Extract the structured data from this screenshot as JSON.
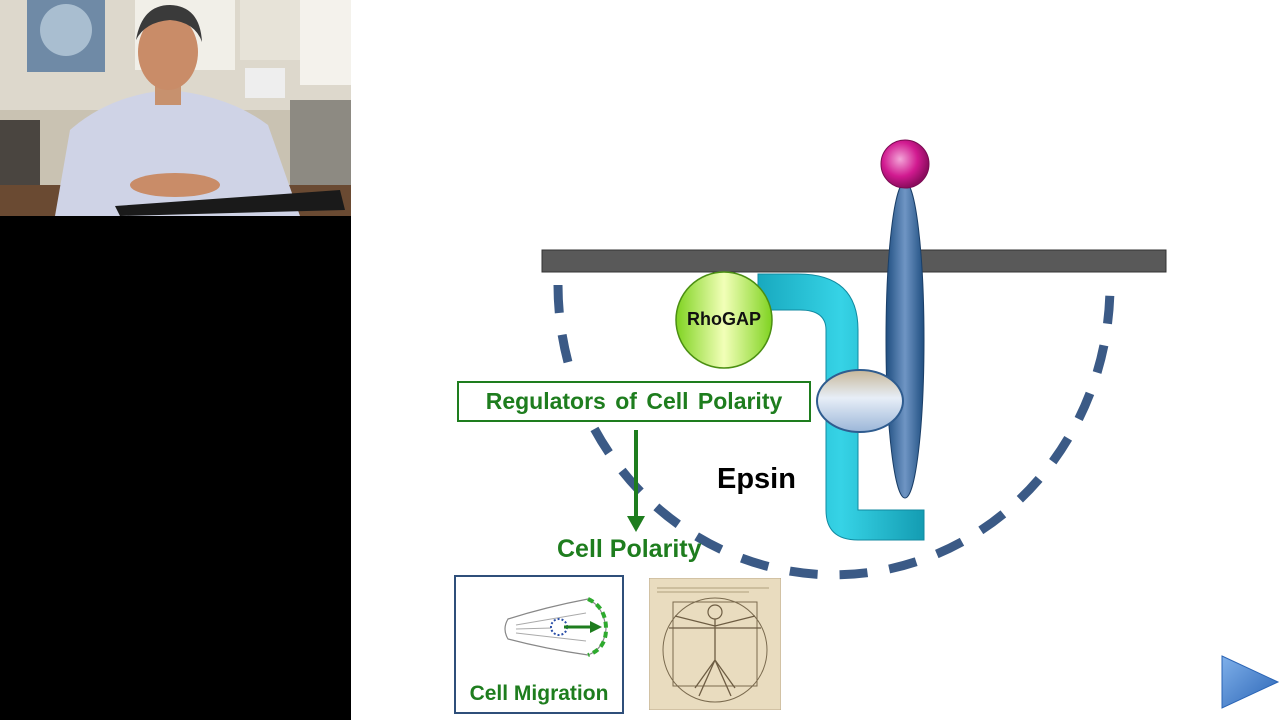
{
  "slide": {
    "rhogap_label": "RhoGAP",
    "regulators_label": "Regulators of Cell Polarity",
    "epsin_label": "Epsin",
    "cell_polarity_label": "Cell Polarity",
    "cell_migration_label": "Cell Migration"
  },
  "colors": {
    "membrane": "#595959",
    "dashed_circle": "#3b5a86",
    "epsin_tube": "#1fb6cc",
    "receptor": "#2f5c8f",
    "ligand": "#c0127e",
    "label_green": "#1e7d1e",
    "rhogap_green": "#b6e63c",
    "nav_blue": "#3e7fd0"
  },
  "icons": {
    "next": "play-triangle-icon",
    "arrow": "down-arrow-icon"
  }
}
